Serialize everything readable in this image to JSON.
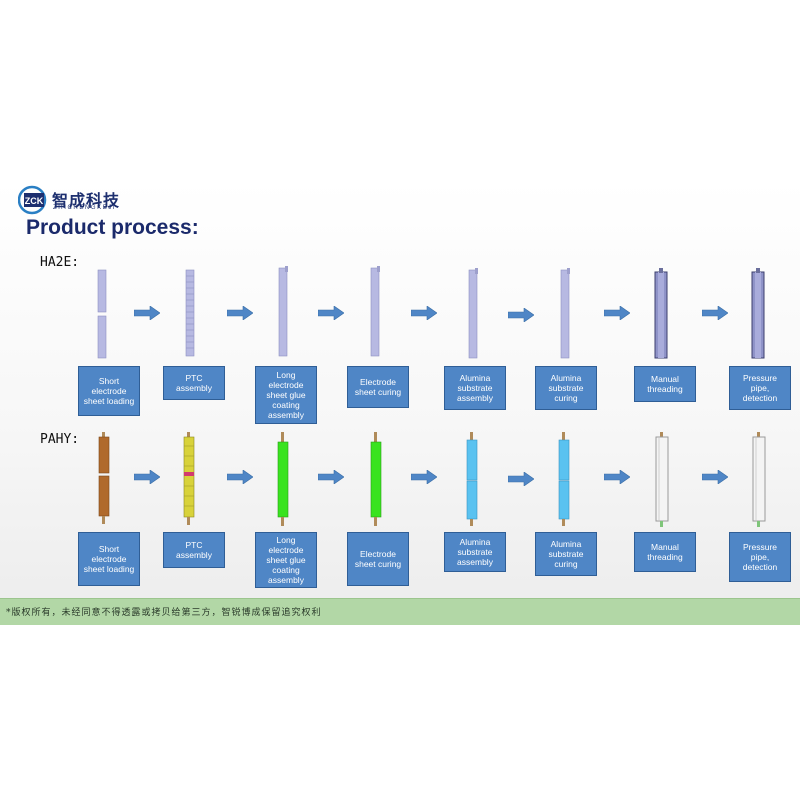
{
  "logo": {
    "mark_text": "ZCK",
    "cn_name": "智成科技",
    "en_name": "ZHICHENGKEJI"
  },
  "title": "Product process:",
  "rows": [
    {
      "label": "HA2E:",
      "steps": [
        {
          "label": "Short electrode sheet loading"
        },
        {
          "label": "PTC assembly"
        },
        {
          "label": "Long electrode sheet glue coating assembly"
        },
        {
          "label": "Electrode sheet curing"
        },
        {
          "label": "Alumina substrate assembly"
        },
        {
          "label": "Alumina substrate curing"
        },
        {
          "label": "Manual threading"
        },
        {
          "label": "Pressure pipe, detection"
        }
      ]
    },
    {
      "label": "PAHY:",
      "steps": [
        {
          "label": "Short electrode sheet loading"
        },
        {
          "label": "PTC assembly"
        },
        {
          "label": "Long electrode sheet glue coating assembly"
        },
        {
          "label": "Electrode sheet curing"
        },
        {
          "label": "Alumina substrate assembly"
        },
        {
          "label": "Alumina substrate curing"
        },
        {
          "label": "Manual threading"
        },
        {
          "label": "Pressure pipe, detection"
        }
      ]
    }
  ],
  "footer": "*版权所有，未经同意不得透露或拷贝给第三方，智锐博成保留追究权利",
  "colors": {
    "box_fill": "#4f86c6",
    "arrow_fill": "#4f86c6",
    "footer_bar": "#b2d7a6",
    "title_color": "#1b2a6b"
  }
}
